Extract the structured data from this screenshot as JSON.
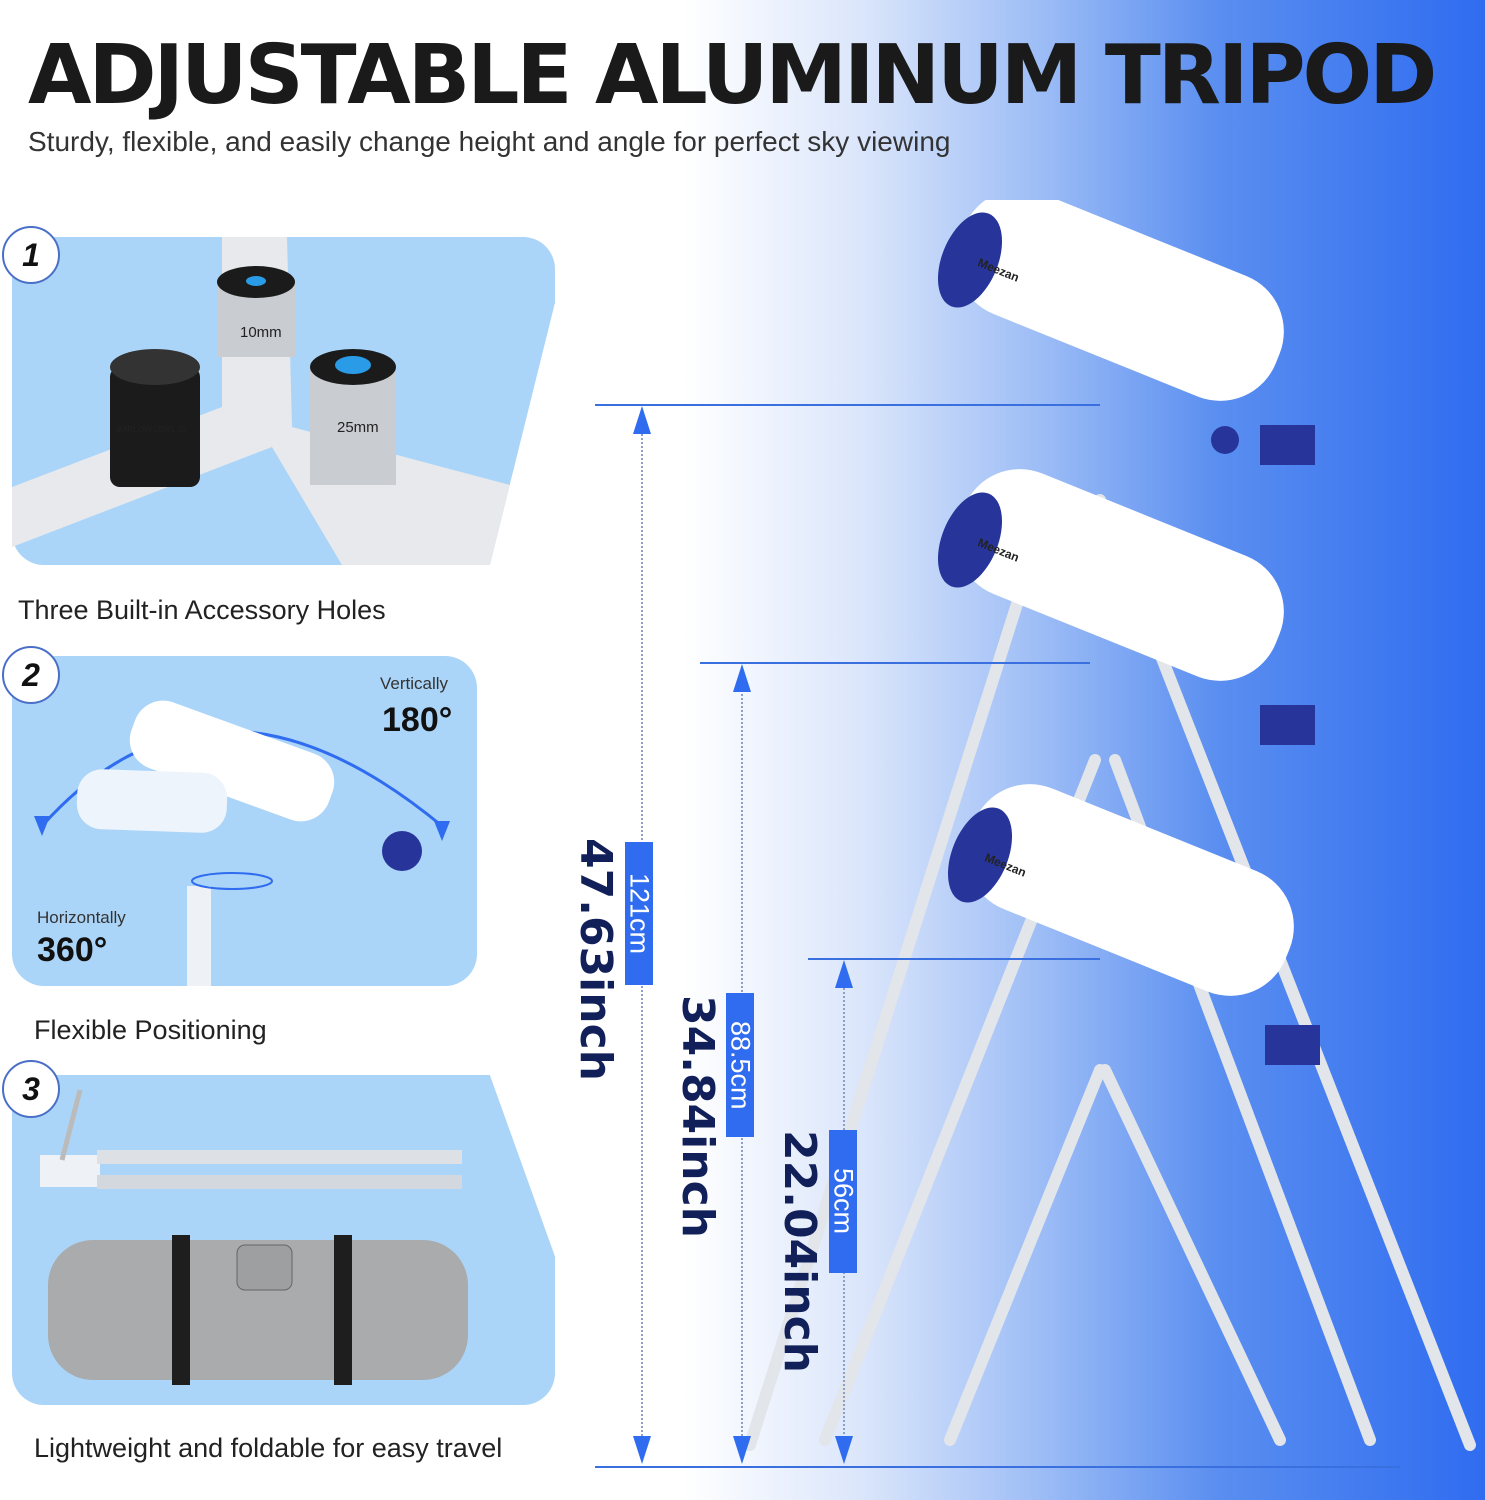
{
  "header": {
    "title": "ADJUSTABLE ALUMINUM TRIPOD",
    "subtitle": "Sturdy, flexible, and easily change height and angle for perfect sky viewing"
  },
  "features": [
    {
      "number": "1",
      "caption": "Three Built-in Accessory Holes",
      "labels": [
        "10mm",
        "25mm",
        "BARLOW LENS 3X"
      ]
    },
    {
      "number": "2",
      "caption": "Flexible Positioning",
      "vertical_label": "Vertically",
      "vertical_degrees": "180°",
      "horizontal_label": "Horizontally",
      "horizontal_degrees": "360°"
    },
    {
      "number": "3",
      "caption": "Lightweight and foldable for easy travel"
    }
  ],
  "dimensions": [
    {
      "cm": "121cm",
      "inch": "47.63inch"
    },
    {
      "cm": "88.5cm",
      "inch": "34.84inch"
    },
    {
      "cm": "56cm",
      "inch": "22.04inch"
    }
  ],
  "brand": "Meezan",
  "colors": {
    "accent": "#2f6cef",
    "panel": "#abd5f8",
    "telescope_trim": "#27359a"
  }
}
